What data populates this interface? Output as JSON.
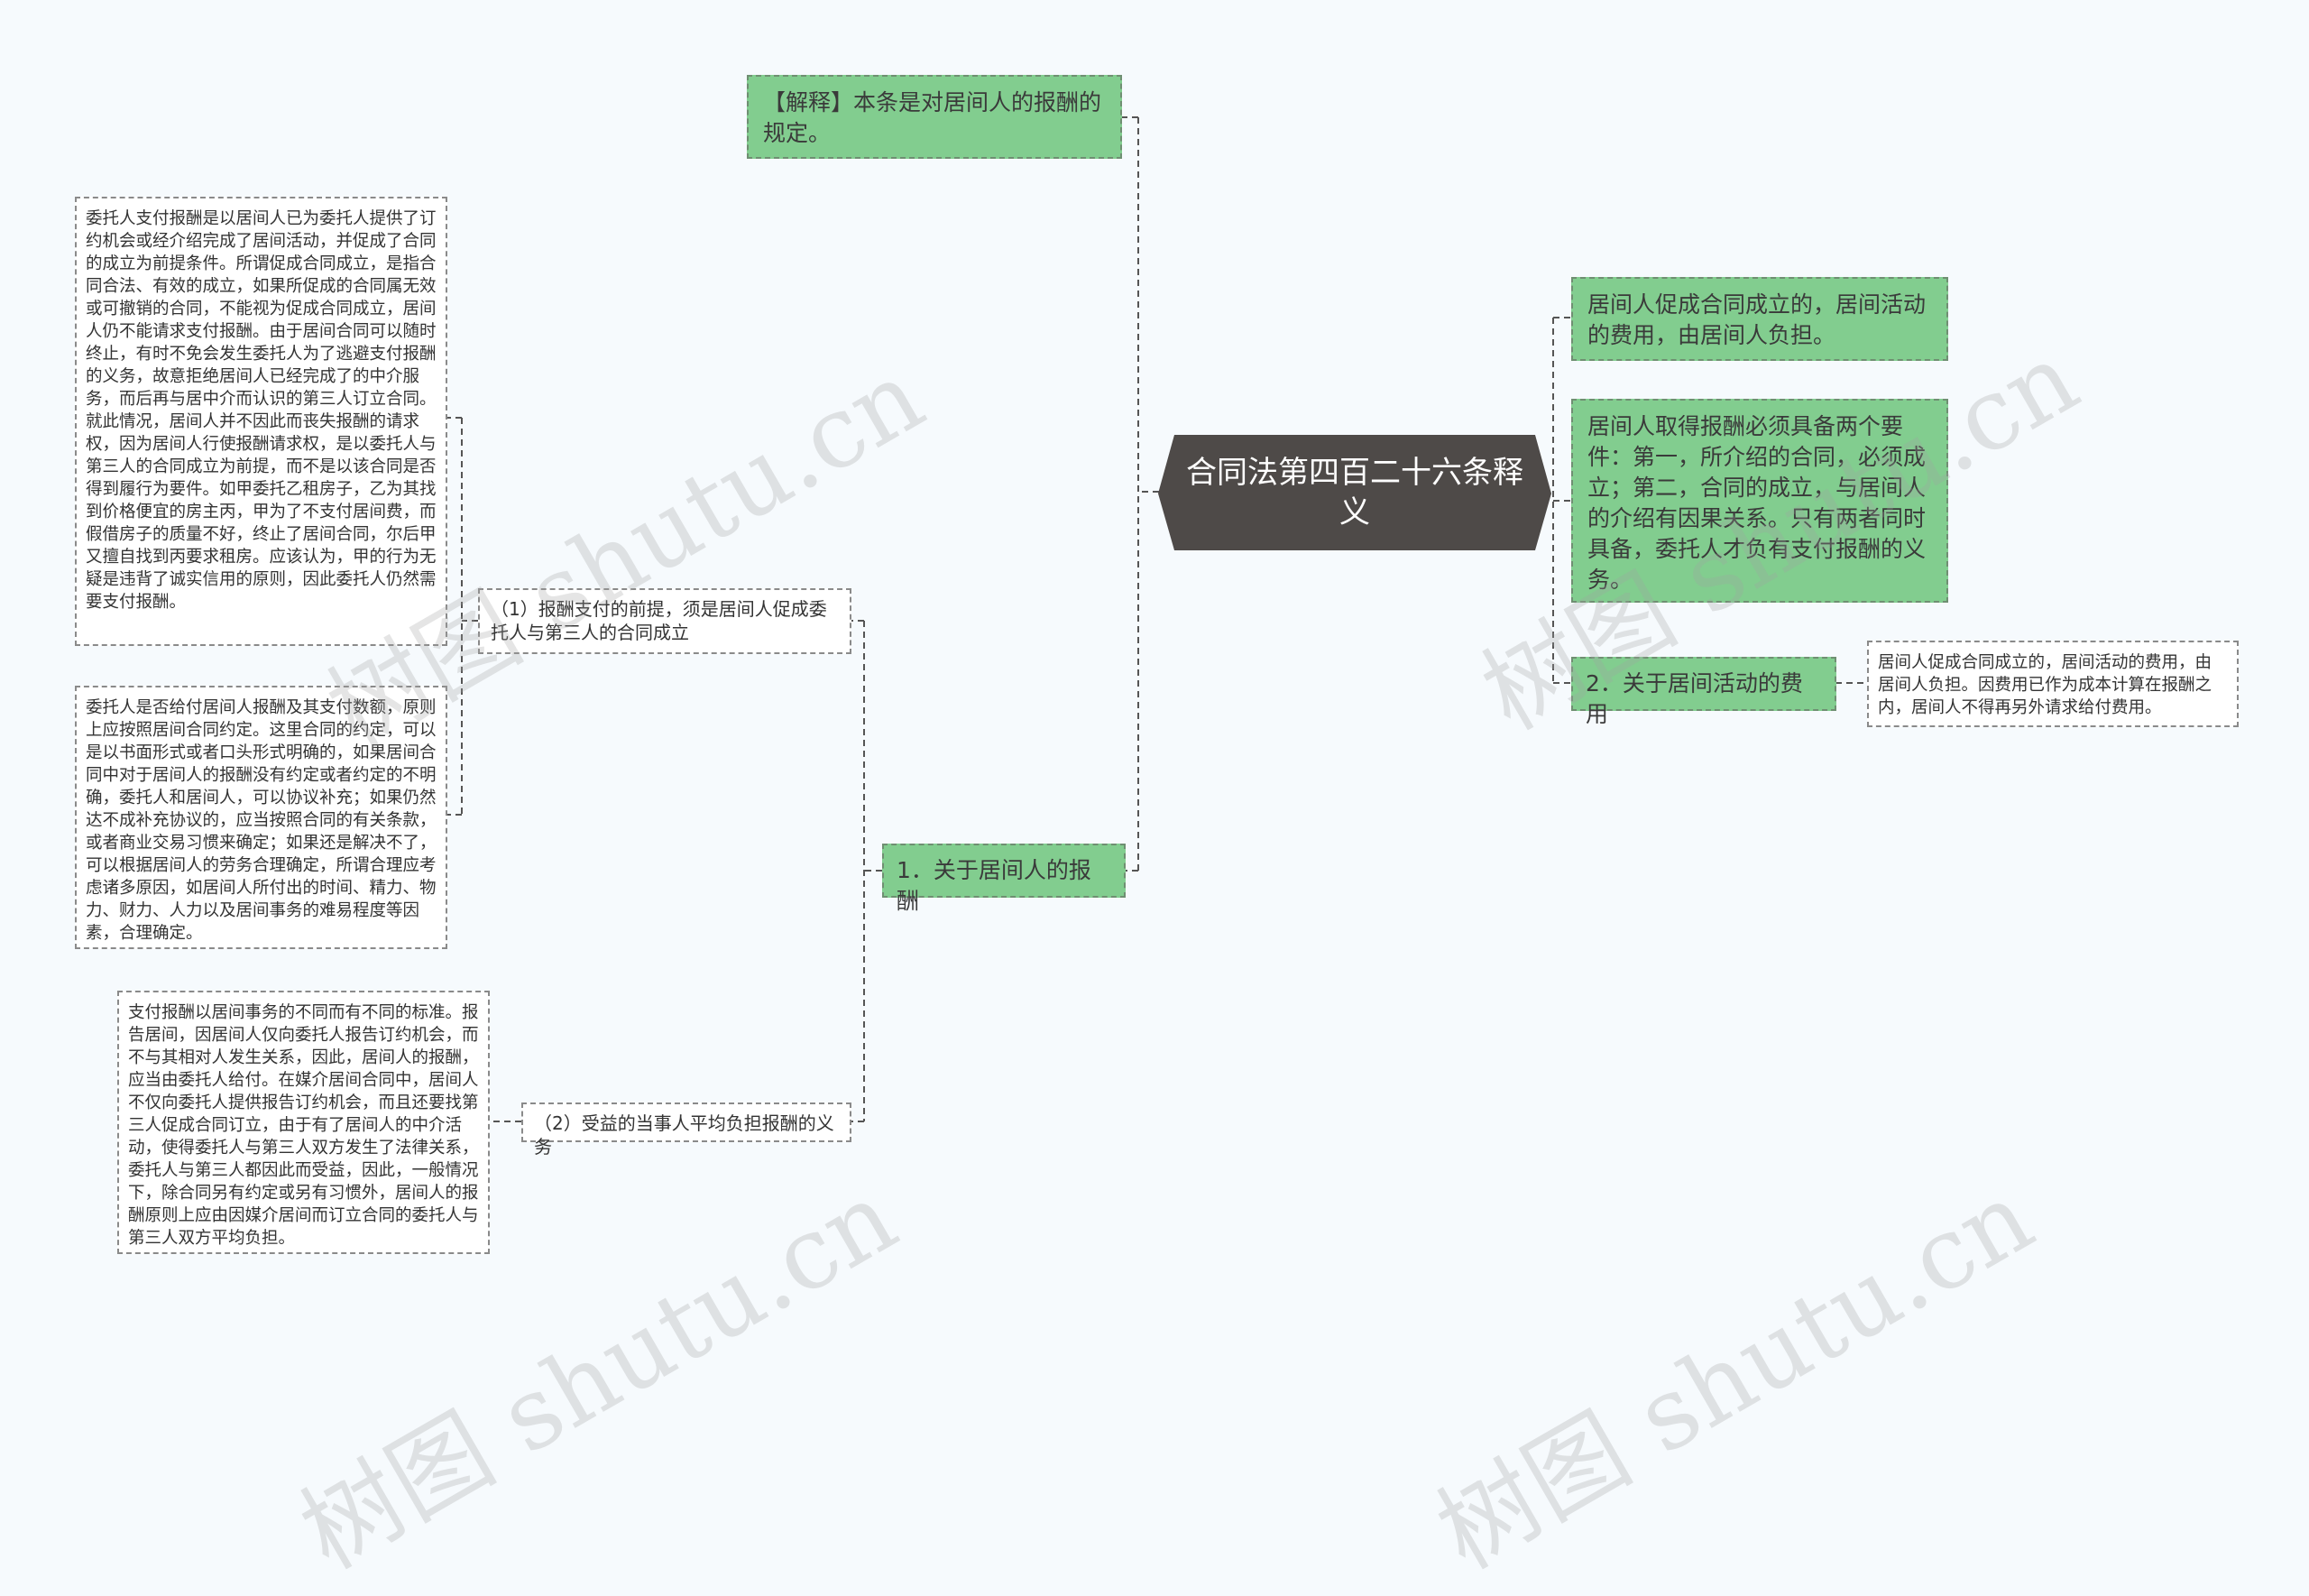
{
  "center": {
    "title": "合同法第四百二十六条释义"
  },
  "nodes": {
    "explanation": "【解释】本条是对居间人的报酬的规定。",
    "remuneration": "1．关于居间人的报酬",
    "premise": "（1）报酬支付的前提，须是居间人促成委托人与第三人的合同成立",
    "premise_detail": "委托人支付报酬是以居间人已为委托人提供了订约机会或经介绍完成了居间活动，并促成了合同的成立为前提条件。所谓促成合同成立，是指合同合法、有效的成立，如果所促成的合同属无效或可撤销的合同，不能视为促成合同成立，居间人仍不能请求支付报酬。由于居间合同可以随时终止，有时不免会发生委托人为了逃避支付报酬的义务，故意拒绝居间人已经完成了的中介服务，而后再与居中介而认识的第三人订立合同。就此情况，居间人并不因此而丧失报酬的请求权，因为居间人行使报酬请求权，是以委托人与第三人的合同成立为前提，而不是以该合同是否得到履行为要件。如甲委托乙租房子，乙为其找到价格便宜的房主丙，甲为了不支付居间费，而假借房子的质量不好，终止了居间合同，尔后甲又擅自找到丙要求租房。应该认为，甲的行为无疑是违背了诚实信用的原则，因此委托人仍然需要支付报酬。",
    "amount_detail": "委托人是否给付居间人报酬及其支付数额，原则上应按照居间合同约定。这里合同的约定，可以是以书面形式或者口头形式明确的，如果居间合同中对于居间人的报酬没有约定或者约定的不明确，委托人和居间人，可以协议补充；如果仍然达不成补充协议的，应当按照合同的有关条款，或者商业交易习惯来确定；如果还是解决不了，可以根据居间人的劳务合理确定，所谓合理应考虑诸多原因，如居间人所付出的时间、精力、物力、财力、人力以及居间事务的难易程度等因素，合理确定。",
    "share": "（2）受益的当事人平均负担报酬的义务",
    "share_detail": "支付报酬以居间事务的不同而有不同的标准。报告居间，因居间人仅向委托人报告订约机会，而不与其相对人发生关系，因此，居间人的报酬，应当由委托人给付。在媒介居间合同中，居间人不仅向委托人提供报告订约机会，而且还要找第三人促成合同订立，由于有了居间人的中介活动，使得委托人与第三人双方发生了法律关系，委托人与第三人都因此而受益，因此，一般情况下，除合同另有约定或另有习惯外，居间人的报酬原则上应由因媒介居间而订立合同的委托人与第三人双方平均负担。",
    "cost_bear": "居间人促成合同成立的，居间活动的费用，由居间人负担。",
    "conditions": "居间人取得报酬必须具备两个要件：第一，所介绍的合同，必须成立；第二，合同的成立，与居间人的介绍有因果关系。只有两者同时具备，委托人才负有支付报酬的义务。",
    "costs": "2．关于居间活动的费用",
    "costs_detail": "居间人促成合同成立的，居间活动的费用，由居间人负担。因费用已作为成本计算在报酬之内，居间人不得再另外请求给付费用。"
  },
  "watermark": "树图 shutu.cn",
  "colors": {
    "green": "#82cd8f",
    "center": "#4e4a48",
    "line": "#555555"
  }
}
